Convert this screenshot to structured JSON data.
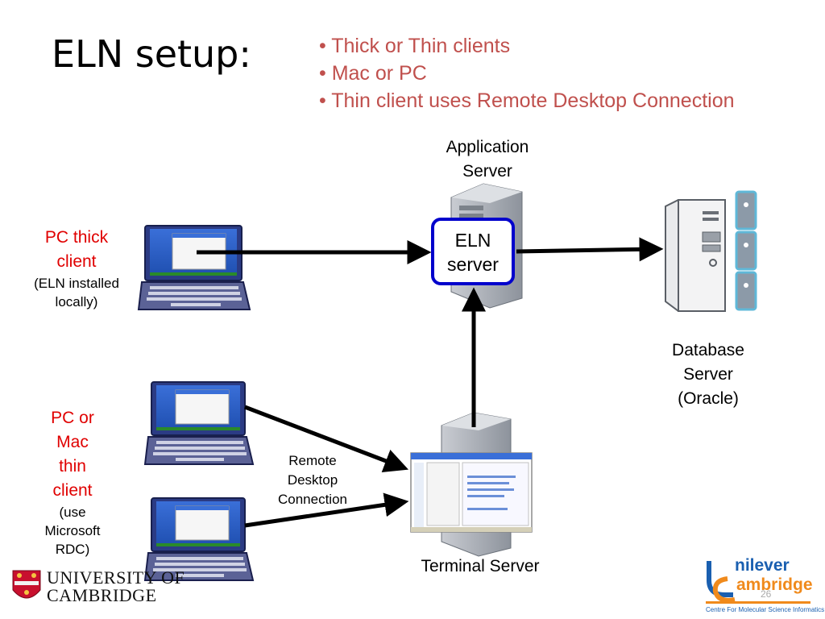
{
  "title": "ELN setup:",
  "bullets": [
    "• Thick or Thin clients",
    "• Mac or PC",
    "• Thin client uses Remote Desktop Connection"
  ],
  "app_server": {
    "line1": "Application",
    "line2": "Server"
  },
  "eln_server": {
    "line1": "ELN",
    "line2": "server"
  },
  "db_server": {
    "line1": "Database",
    "line2": "Server",
    "line3": "(Oracle)"
  },
  "terminal_server": {
    "label": "Terminal Server"
  },
  "thick_client": {
    "pc": "PC",
    "thick": "thick",
    "client": "client",
    "note1": "(ELN installed",
    "note2": "locally)"
  },
  "thin_client": {
    "line1": "PC or",
    "line2": "Mac",
    "line3": "thin",
    "line4": "client",
    "note1": "(use",
    "note2": "Microsoft",
    "note3": "RDC)"
  },
  "rdc_label": {
    "line1": "Remote",
    "line2": "Desktop",
    "line3": "Connection"
  },
  "footer": {
    "univ_line1": "UNIVERSITY OF",
    "univ_line2": "CAMBRIDGE",
    "page_number": "26",
    "logo_line1": "nilever",
    "logo_line2": "ambridge",
    "logo_caption": "Centre For Molecular Science Informatics"
  },
  "colors": {
    "bullet_text": "#c0504d",
    "eln_border": "#0000cc",
    "accent_red": "#e00000",
    "arrow": "#000000"
  }
}
